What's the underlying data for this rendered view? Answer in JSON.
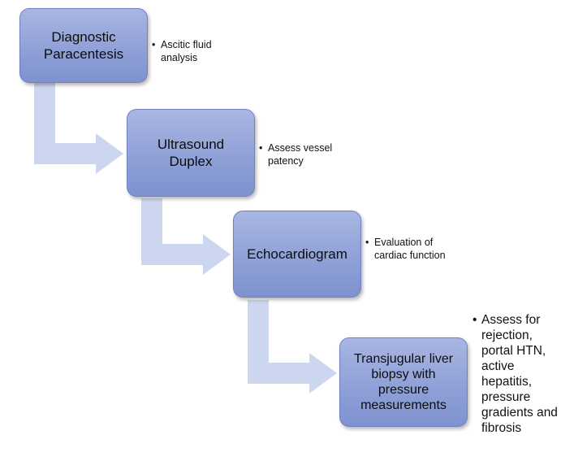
{
  "steps": [
    {
      "label": "Diagnostic Paracentesis",
      "note": "Ascitic fluid analysis"
    },
    {
      "label": "Ultrasound Duplex",
      "note": "Assess vessel patency"
    },
    {
      "label": "Echocardiogram",
      "note": "Evaluation of cardiac function"
    },
    {
      "label": "Transjugular liver biopsy with pressure measurements",
      "note": "Assess for rejection, portal HTN, active hepatitis, pressure gradients and fibrosis"
    }
  ],
  "colors": {
    "box_fill": "#8e9fd6",
    "box_border": "#6f81c4",
    "arrow_fill": "#cdd6ef"
  }
}
